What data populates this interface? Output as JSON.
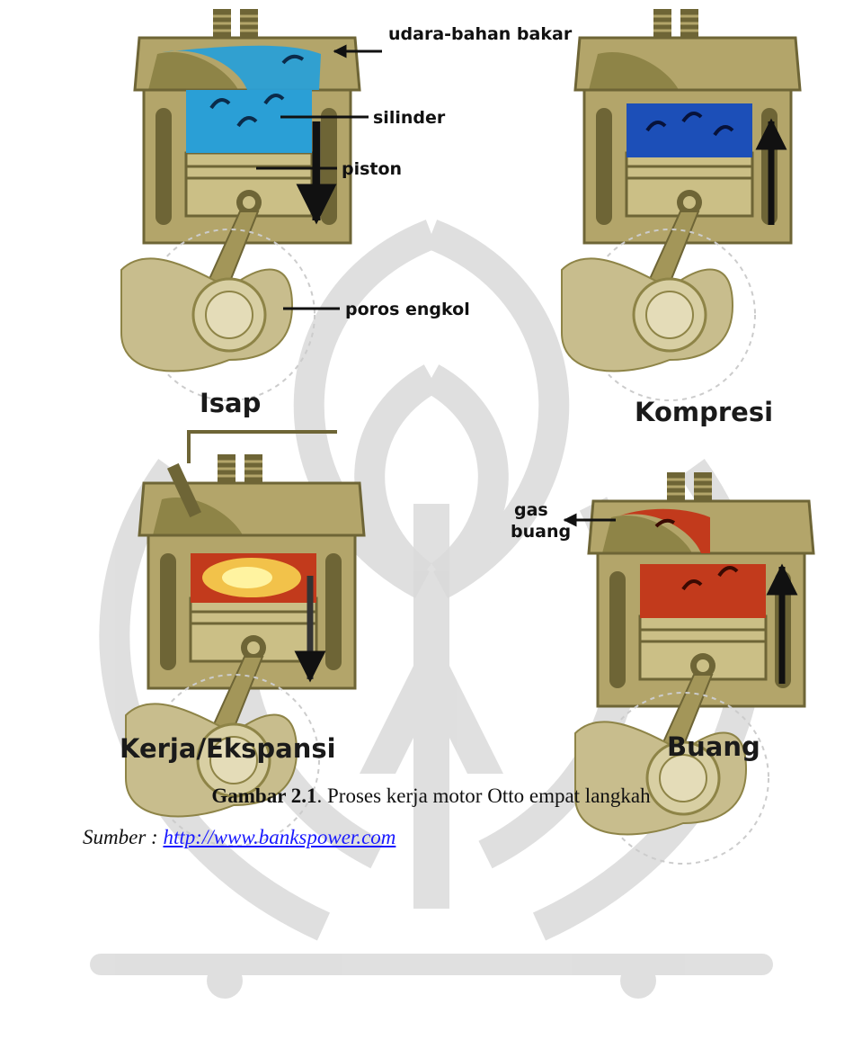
{
  "labels": {
    "fuel_air": "udara-bahan bakar",
    "cylinder": "silinder",
    "piston": "piston",
    "crankshaft": "poros engkol",
    "exhaust_gas_line1": "gas",
    "exhaust_gas_line2": "buang"
  },
  "stages": {
    "intake": "Isap",
    "compression": "Kompresi",
    "power": "Kerja/Ekspansi",
    "exhaust": "Buang"
  },
  "caption": {
    "label": "Gambar 2.1",
    "text": ". Proses kerja motor Otto empat langkah"
  },
  "source": {
    "prefix": "Sumber : ",
    "link_text": "http://www.bankspower.com"
  },
  "colors": {
    "engine_body": "#b3a56a",
    "engine_dark": "#6e6536",
    "intake_charge": "#2a9fd6",
    "compression_charge": "#1c4fb8",
    "combustion": "#f2c24a",
    "exhaust_gas": "#c23a1c",
    "watermark": "#d8d8d8"
  }
}
